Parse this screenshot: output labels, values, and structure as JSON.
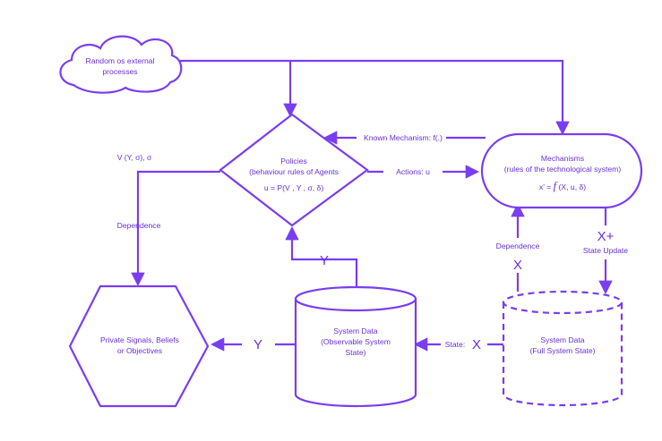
{
  "colors": {
    "accent": "#7a3df0",
    "text": "#6a2fe0",
    "background": "#ffffff"
  },
  "nodes": {
    "external": {
      "line1": "Random os external",
      "line2": "processes"
    },
    "policies": {
      "line1": "Policies",
      "line2": "(behaviour rules of Agents",
      "formula": "u = P(V , Y , σ, δ)"
    },
    "mechanisms": {
      "line1": "Mechanisms",
      "line2": "(rules of the technological system)",
      "formula_left": "x’ = ",
      "formula_f": "f",
      "formula_right": " (X, u, δ)"
    },
    "private": {
      "line1": "Private Signals, Beliefs",
      "line2": "or Objectives"
    },
    "observable": {
      "line1": "System Data",
      "line2": "(Observable System",
      "line3": "State)"
    },
    "full": {
      "line1": "System Data",
      "line2": "(Full System State)"
    }
  },
  "edges": {
    "known_mechanism": "Known Mechanism: f(.)",
    "actions": "Actions: u",
    "v_label": "V (Y, σ), σ",
    "dependence_left": "Dependence",
    "dependence_right": "Dependence",
    "x_upper": "X",
    "x_plus": "X+",
    "state_update": "State Update",
    "state_label": "State:",
    "state_x": "X",
    "y_top": "Y",
    "y_left": "Y"
  }
}
